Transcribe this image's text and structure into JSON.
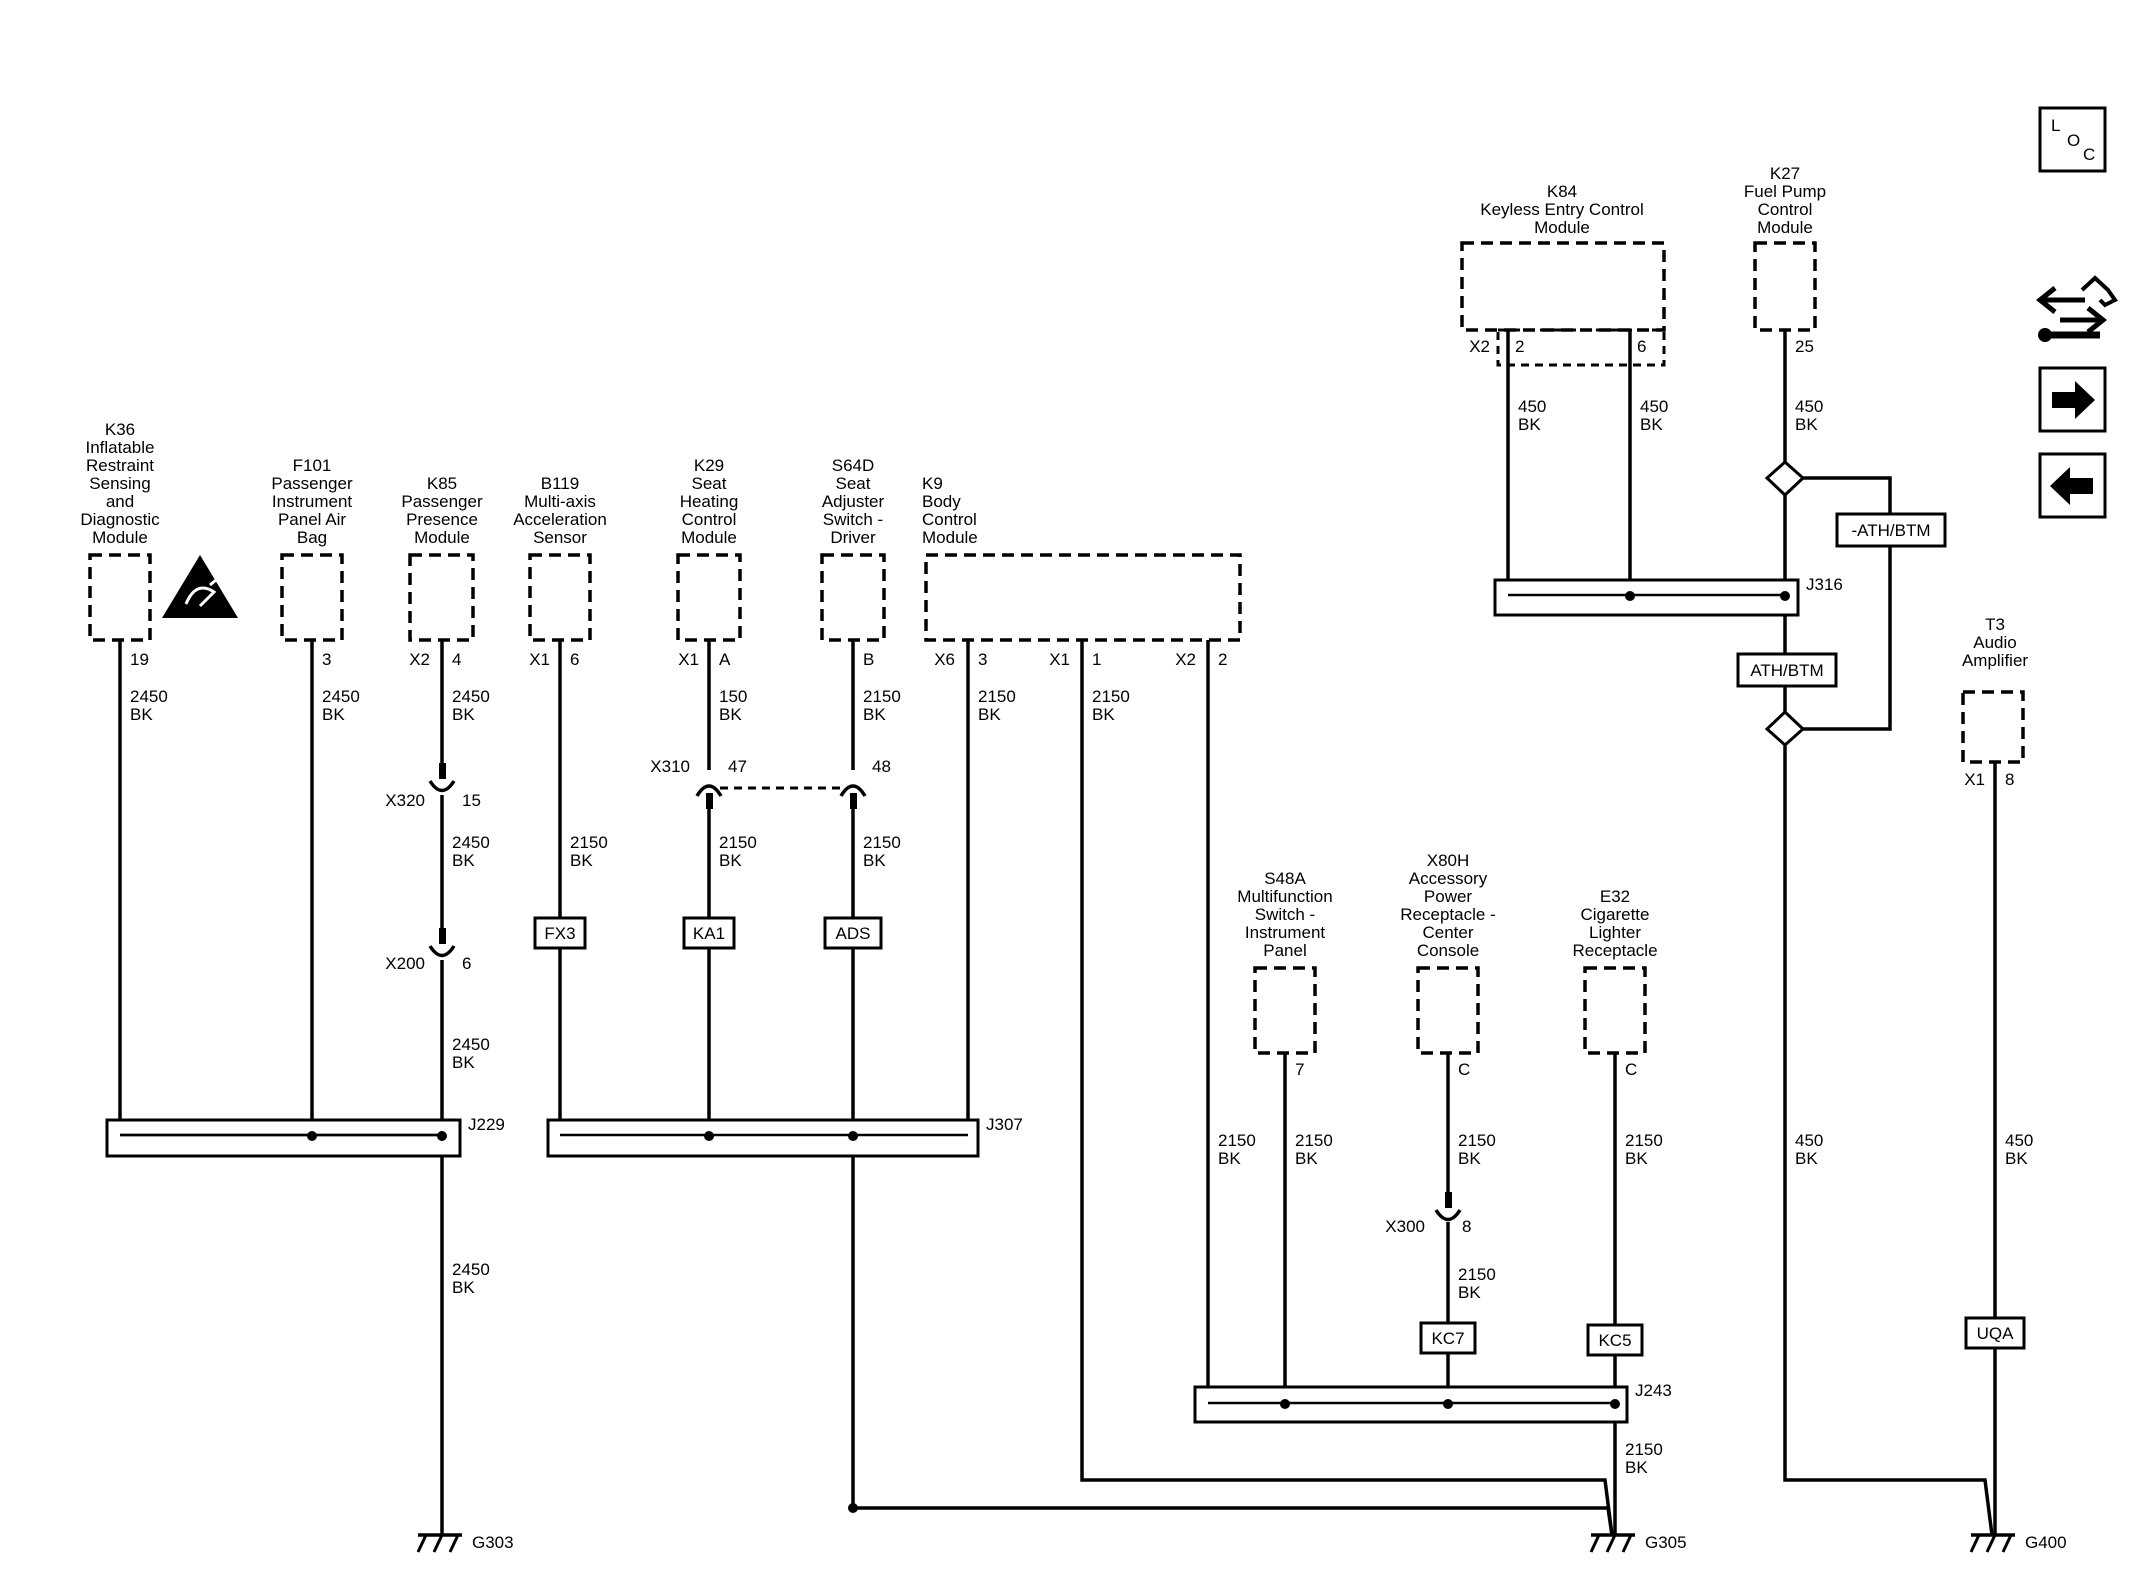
{
  "nav": {
    "loc_label_l": "L",
    "loc_label_o": "O",
    "loc_label_c": "C"
  },
  "components": {
    "k36": [
      "K36",
      "Inflatable",
      "Restraint",
      "Sensing",
      "and",
      "Diagnostic",
      "Module"
    ],
    "f101": [
      "F101",
      "Passenger",
      "Instrument",
      "Panel Air",
      "Bag"
    ],
    "k85": [
      "K85",
      "Passenger",
      "Presence",
      "Module"
    ],
    "b119": [
      "B119",
      "Multi-axis",
      "Acceleration",
      "Sensor"
    ],
    "k29": [
      "K29",
      "Seat",
      "Heating",
      "Control",
      "Module"
    ],
    "s64d": [
      "S64D",
      "Seat",
      "Adjuster",
      "Switch -",
      "Driver"
    ],
    "k9": [
      "K9",
      "Body",
      "Control",
      "Module"
    ],
    "k84": [
      "K84",
      "Keyless Entry Control",
      "Module"
    ],
    "k27": [
      "K27",
      "Fuel Pump",
      "Control",
      "Module"
    ],
    "t3": [
      "T3",
      "Audio",
      "Amplifier"
    ],
    "s48a": [
      "S48A",
      "Multifunction",
      "Switch -",
      "Instrument",
      "Panel"
    ],
    "x80h": [
      "X80H",
      "Accessory",
      "Power",
      "Receptacle -",
      "Center",
      "Console"
    ],
    "e32": [
      "E32",
      "Cigarette",
      "Lighter",
      "Receptacle"
    ]
  },
  "pins": {
    "k36": "19",
    "f101": "3",
    "k85_conn": "X2",
    "k85": "4",
    "b119_conn": "X1",
    "b119": "6",
    "k29_conn": "X1",
    "k29": "A",
    "s64d": "B",
    "k9_a_conn": "X6",
    "k9_a": "3",
    "k9_b_conn": "X1",
    "k9_b": "1",
    "k9_c_conn": "X2",
    "k9_c": "2",
    "k84_conn": "X2",
    "k84_a": "2",
    "k84_b": "6",
    "k27": "25",
    "t3_conn": "X1",
    "t3": "8",
    "s48a": "7",
    "x80h": "C",
    "e32": "C"
  },
  "wires": {
    "k36": [
      "2450",
      "BK"
    ],
    "f101": [
      "2450",
      "BK"
    ],
    "k85_1": [
      "2450",
      "BK"
    ],
    "k85_2": [
      "2450",
      "BK"
    ],
    "k85_3": [
      "2450",
      "BK"
    ],
    "g303": [
      "2450",
      "BK"
    ],
    "b119": [
      "2150",
      "BK"
    ],
    "k29_1": [
      "150",
      "BK"
    ],
    "k29_2": [
      "2150",
      "BK"
    ],
    "s64d_1": [
      "2150",
      "BK"
    ],
    "s64d_2": [
      "2150",
      "BK"
    ],
    "k9_a": [
      "2150",
      "BK"
    ],
    "k9_b": [
      "2150",
      "BK"
    ],
    "k84_a": [
      "450",
      "BK"
    ],
    "k84_b": [
      "450",
      "BK"
    ],
    "k27_1": [
      "450",
      "BK"
    ],
    "k27_2": [
      "450",
      "BK"
    ],
    "t3": [
      "450",
      "BK"
    ],
    "k9_c": [
      "2150",
      "BK"
    ],
    "s48a": [
      "2150",
      "BK"
    ],
    "x80h_1": [
      "2150",
      "BK"
    ],
    "x80h_2": [
      "2150",
      "BK"
    ],
    "e32": [
      "2150",
      "BK"
    ],
    "g305": [
      "2150",
      "BK"
    ]
  },
  "connectors": {
    "x320": "X320",
    "x320_pin": "15",
    "x200": "X200",
    "x200_pin": "6",
    "x310": "X310",
    "x310_pin_a": "47",
    "x310_pin_b": "48",
    "x300": "X300",
    "x300_pin": "8"
  },
  "splices": {
    "j229": "J229",
    "j307": "J307",
    "j316": "J316",
    "j243": "J243"
  },
  "options": {
    "fx3": "FX3",
    "ka1": "KA1",
    "ads": "ADS",
    "kc7": "KC7",
    "kc5": "KC5",
    "uqa": "UQA",
    "ath_btm": "ATH/BTM",
    "not_ath_btm": "-ATH/BTM"
  },
  "grounds": {
    "g303": "G303",
    "g305": "G305",
    "g400": "G400"
  }
}
